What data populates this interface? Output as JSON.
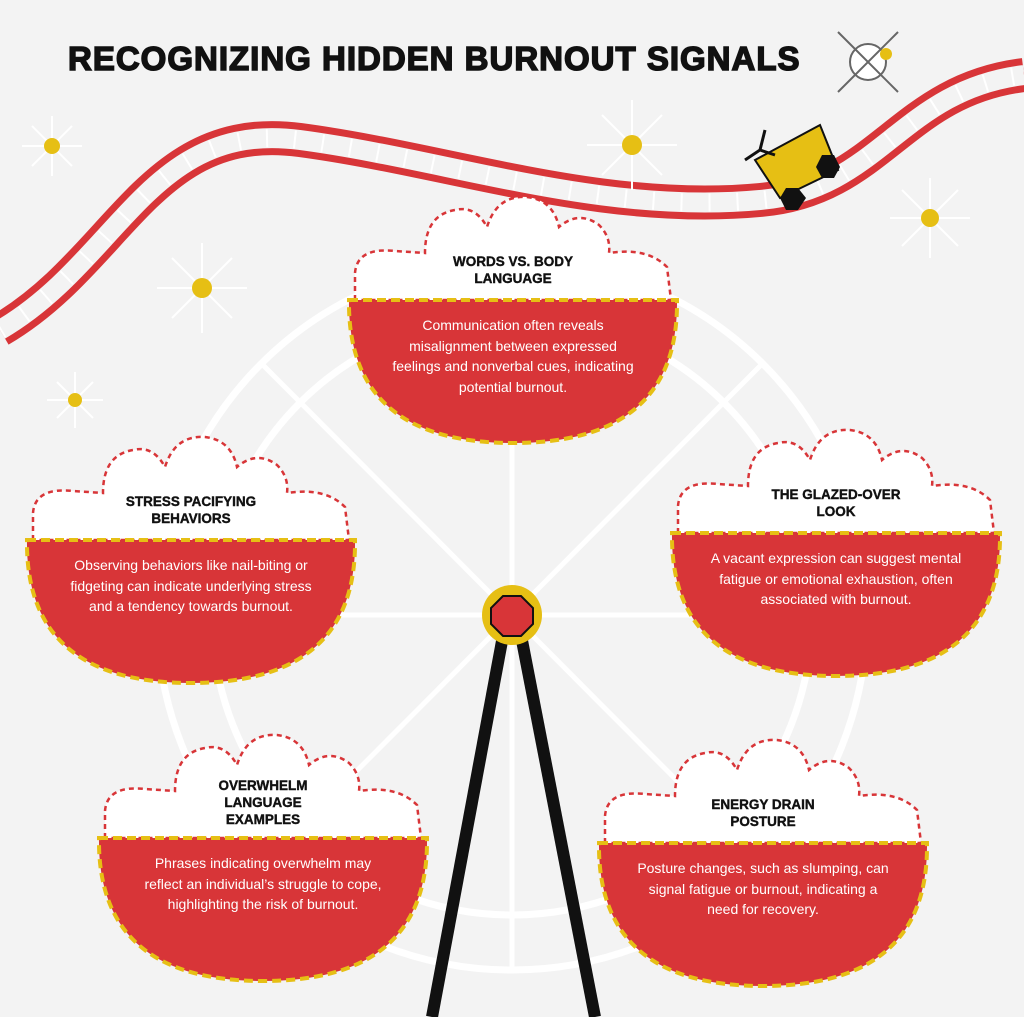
{
  "title": "Recognizing Hidden Burnout Signals",
  "colors": {
    "red": "#d83538",
    "yellow": "#e6bf14",
    "black": "#111111",
    "background": "#f3f3f3"
  },
  "cards": [
    {
      "title": "Words vs. Body Language",
      "text": "Communication often reveals misalignment between expressed feelings and nonverbal cues, indicating potential burnout."
    },
    {
      "title": "Stress Pacifying Behaviors",
      "text": "Observing behaviors like nail-biting or fidgeting can indicate underlying stress and a tendency towards burnout."
    },
    {
      "title": "The Glazed-Over Look",
      "text": "A vacant expression can suggest mental fatigue or emotional exhaustion, often associated with burnout."
    },
    {
      "title": "Overwhelm Language Examples",
      "text": "Phrases indicating overwhelm may reflect an individual’s struggle to cope, highlighting the risk of burnout."
    },
    {
      "title": "Energy Drain Posture",
      "text": "Posture changes, such as slumping, can signal fatigue or burnout, indicating a need for recovery."
    }
  ]
}
